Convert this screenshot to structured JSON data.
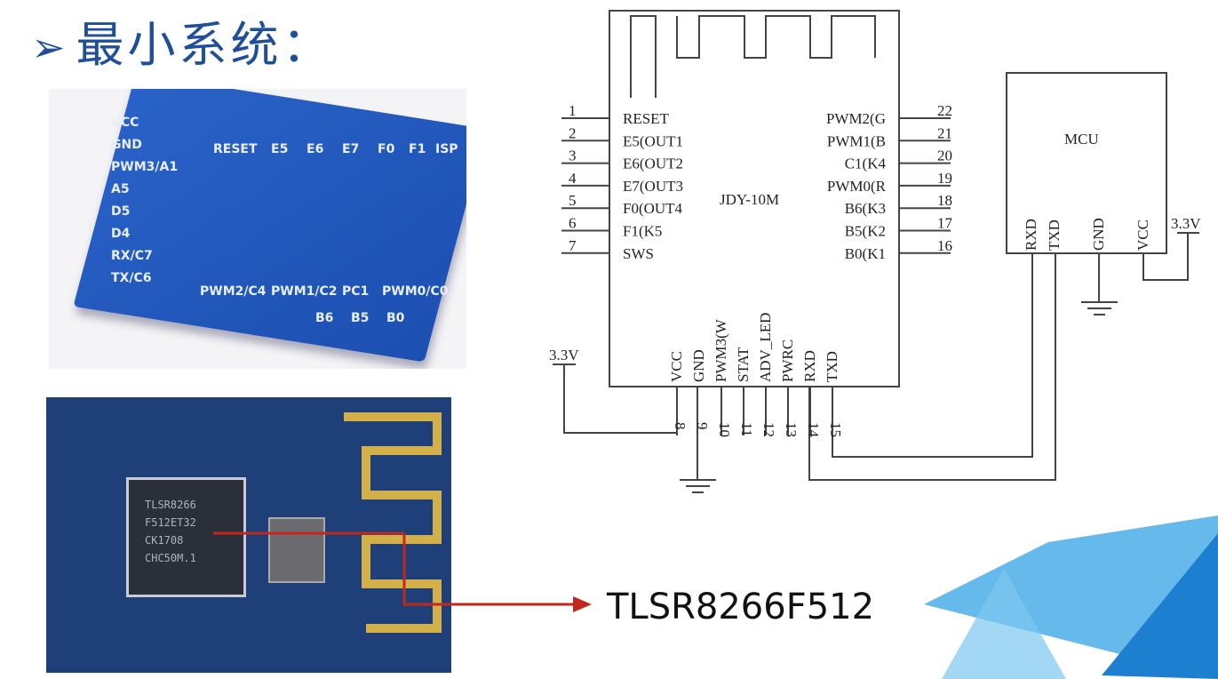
{
  "title": {
    "bullet": "➢",
    "text": "最小系统："
  },
  "module_photo": {
    "labels": [
      "VCC",
      "GND",
      "PWM3/A1",
      "A5",
      "D5",
      "D4",
      "RX/C7",
      "TX/C6",
      "RESET",
      "E5",
      "E6",
      "E7",
      "F0",
      "F1",
      "ISP",
      "PWM2/C4",
      "PWM1/C2",
      "PC1",
      "PWM0/C0",
      "B6",
      "B5",
      "B0"
    ]
  },
  "board_photo": {
    "chip_marking": [
      "TLSR8266",
      "F512ET32",
      "CK1708",
      "CHC50M.1"
    ]
  },
  "chip_callout": "TLSR8266F512",
  "schematic": {
    "module_name": "JDY-10M",
    "left_pins": [
      {
        "n": "1",
        "l": "RESET"
      },
      {
        "n": "2",
        "l": "E5(OUT1"
      },
      {
        "n": "3",
        "l": "E6(OUT2"
      },
      {
        "n": "4",
        "l": "E7(OUT3"
      },
      {
        "n": "5",
        "l": "F0(OUT4"
      },
      {
        "n": "6",
        "l": "F1(K5"
      },
      {
        "n": "7",
        "l": "SWS"
      }
    ],
    "right_pins": [
      {
        "n": "22",
        "l": "PWM2(G"
      },
      {
        "n": "21",
        "l": "PWM1(B"
      },
      {
        "n": "20",
        "l": "C1(K4"
      },
      {
        "n": "19",
        "l": "PWM0(R"
      },
      {
        "n": "18",
        "l": "B6(K3"
      },
      {
        "n": "17",
        "l": "B5(K2"
      },
      {
        "n": "16",
        "l": "B0(K1"
      }
    ],
    "bottom_pins": [
      {
        "n": "8",
        "l": "VCC"
      },
      {
        "n": "9",
        "l": "GND"
      },
      {
        "n": "10",
        "l": "PWM3(W"
      },
      {
        "n": "11",
        "l": "STAT"
      },
      {
        "n": "12",
        "l": "ADV_LED"
      },
      {
        "n": "13",
        "l": "PWRC"
      },
      {
        "n": "14",
        "l": "RXD"
      },
      {
        "n": "15",
        "l": "TXD"
      }
    ],
    "supply_label": "3.3V",
    "mcu": {
      "name": "MCU",
      "pins": [
        "RXD",
        "TXD",
        "GND",
        "VCC"
      ],
      "supply_label": "3.3V"
    }
  },
  "colors": {
    "title": "#1f4e9a",
    "arrow": "#c0281e",
    "pcb": "#2a63c9"
  }
}
